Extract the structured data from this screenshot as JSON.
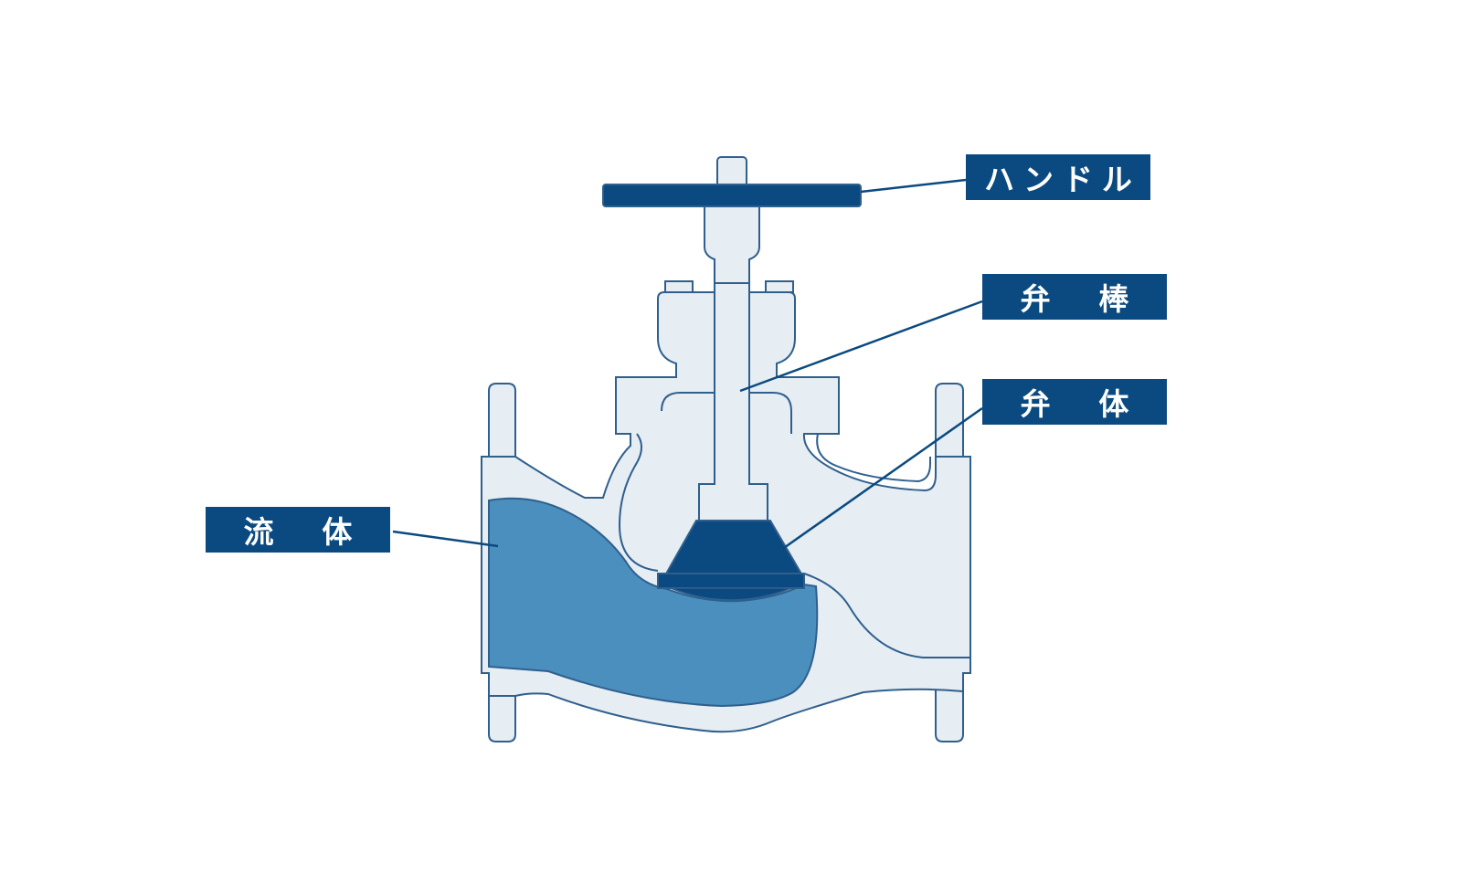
{
  "labels": {
    "handle": "ハンドル",
    "stem": "弁　棒",
    "disc": "弁　体",
    "fluid": "流　体"
  },
  "colors": {
    "navy": "#0b4a80",
    "fluid_blue": "#4a8fbd",
    "body_fill": "#e6edf3",
    "outline": "#2f5f8d",
    "label_text": "#ffffff"
  }
}
